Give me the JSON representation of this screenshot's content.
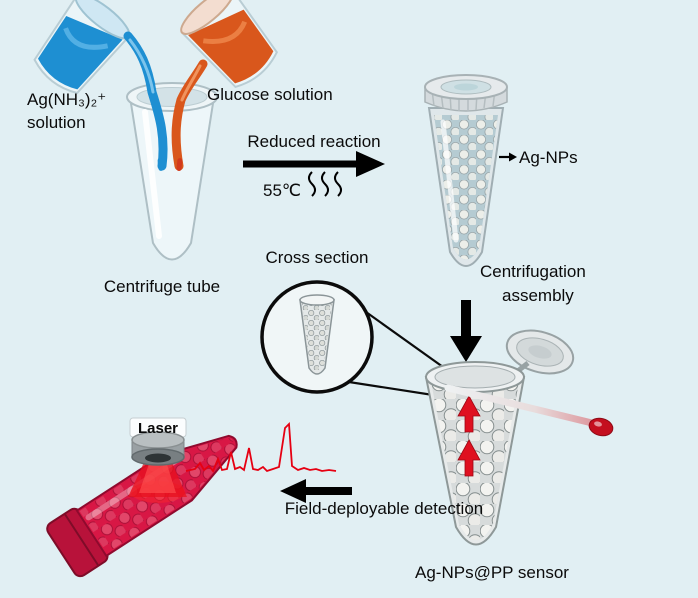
{
  "figure": {
    "type": "process-schematic",
    "labels": {
      "reagent_a_line1": "Ag(NH₃)₂⁺",
      "reagent_a_line2": "solution",
      "reagent_b": "Glucose solution",
      "vessel": "Centrifuge tube",
      "step_reaction": "Reduced reaction",
      "step_temperature": "55℃",
      "product_nanoparticles": "Ag-NPs",
      "step_assembly_line1": "Centrifugation",
      "step_assembly_line2": "assembly",
      "inset_title": "Cross section",
      "laser": "Laser",
      "step_detection": "Field-deployable detection",
      "final_product": "Ag-NPs@PP sensor"
    },
    "colors": {
      "background": "#e1eff3",
      "blue_liquid": "#1e8fd2",
      "orange_liquid": "#d9571c",
      "arrow_black": "#000000",
      "laser_red": "#e8101e",
      "spectrum_red": "#e60012",
      "pink_tube": "#d81745",
      "nanoparticle_gray": "#e8e8e6"
    }
  }
}
